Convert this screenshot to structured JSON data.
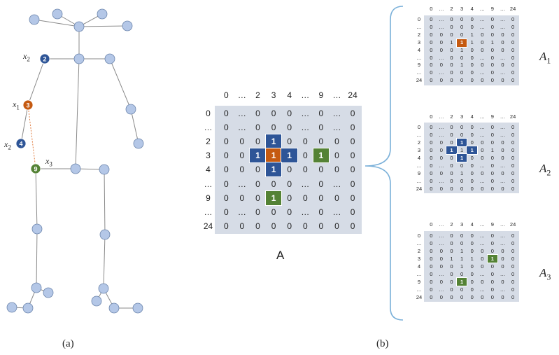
{
  "panel_labels": {
    "a": "(a)",
    "b": "(b)"
  },
  "matrix_labels": {
    "main": "A",
    "a1": "A",
    "a1_sub": "1",
    "a2": "A",
    "a2_sub": "2",
    "a3": "A",
    "a3_sub": "3"
  },
  "skeleton": {
    "joint_labels": {
      "x2_top": "x",
      "x2_top_sub": "2",
      "x1": "x",
      "x1_sub": "1",
      "x2_bottom": "x",
      "x2_bottom_sub": "2",
      "x3": "x",
      "x3_sub": "3"
    },
    "joint_numbers": {
      "j2": "2",
      "j3": "3",
      "j4": "4",
      "j9": "9"
    },
    "colors": {
      "plain": "#b4c7e7",
      "blue": "#2e5597",
      "orange": "#c55a11",
      "green": "#548235",
      "edge": "#8a8a8a",
      "dashed": "#e07a3c"
    }
  },
  "matrix": {
    "headers": [
      "0",
      "…",
      "2",
      "3",
      "4",
      "…",
      "9",
      "…",
      "24"
    ],
    "row_headers": [
      "0",
      "…",
      "2",
      "3",
      "4",
      "…",
      "9",
      "…",
      "24"
    ],
    "colors": {
      "background": "#d6dce6",
      "blue": "#2e5597",
      "orange": "#c55a11",
      "green": "#548235"
    },
    "A": {
      "rows": [
        [
          "0",
          "…",
          "0",
          "0",
          "0",
          "…",
          "0",
          "…",
          "0"
        ],
        [
          "0",
          "…",
          "0",
          "0",
          "0",
          "…",
          "0",
          "…",
          "0"
        ],
        [
          "0",
          "0",
          "0",
          "1",
          "0",
          "0",
          "0",
          "0",
          "0"
        ],
        [
          "0",
          "0",
          "1",
          "1",
          "1",
          "0",
          "1",
          "0",
          "0"
        ],
        [
          "0",
          "0",
          "0",
          "1",
          "0",
          "0",
          "0",
          "0",
          "0"
        ],
        [
          "0",
          "…",
          "0",
          "0",
          "0",
          "…",
          "0",
          "…",
          "0"
        ],
        [
          "0",
          "0",
          "0",
          "1",
          "0",
          "0",
          "0",
          "0",
          "0"
        ],
        [
          "0",
          "…",
          "0",
          "0",
          "0",
          "…",
          "0",
          "…",
          "0"
        ],
        [
          "0",
          "0",
          "0",
          "0",
          "0",
          "0",
          "0",
          "0",
          "0"
        ]
      ],
      "highlights": [
        [
          2,
          3,
          "blue"
        ],
        [
          3,
          2,
          "blue"
        ],
        [
          3,
          3,
          "orange"
        ],
        [
          3,
          4,
          "blue"
        ],
        [
          4,
          3,
          "blue"
        ],
        [
          3,
          6,
          "green"
        ],
        [
          6,
          3,
          "green"
        ]
      ]
    },
    "A1": {
      "rows": [
        [
          "0",
          "…",
          "0",
          "0",
          "0",
          "…",
          "0",
          "…",
          "0"
        ],
        [
          "0",
          "…",
          "0",
          "0",
          "0",
          "…",
          "0",
          "…",
          "0"
        ],
        [
          "0",
          "0",
          "0",
          "0",
          "1",
          "0",
          "0",
          "0",
          "0"
        ],
        [
          "0",
          "0",
          "1",
          "1",
          "1",
          "0",
          "1",
          "0",
          "0"
        ],
        [
          "0",
          "0",
          "0",
          "1",
          "0",
          "0",
          "0",
          "0",
          "0"
        ],
        [
          "0",
          "…",
          "0",
          "0",
          "0",
          "…",
          "0",
          "…",
          "0"
        ],
        [
          "0",
          "0",
          "0",
          "1",
          "0",
          "0",
          "0",
          "0",
          "0"
        ],
        [
          "0",
          "…",
          "0",
          "0",
          "0",
          "…",
          "0",
          "…",
          "0"
        ],
        [
          "0",
          "0",
          "0",
          "0",
          "0",
          "0",
          "0",
          "0",
          "0"
        ]
      ],
      "highlights": [
        [
          3,
          3,
          "orange"
        ]
      ]
    },
    "A2": {
      "rows": [
        [
          "0",
          "…",
          "0",
          "0",
          "0",
          "…",
          "0",
          "…",
          "0"
        ],
        [
          "0",
          "…",
          "0",
          "0",
          "0",
          "…",
          "0",
          "…",
          "0"
        ],
        [
          "0",
          "0",
          "0",
          "1",
          "0",
          "0",
          "0",
          "0",
          "0"
        ],
        [
          "0",
          "0",
          "1",
          "1",
          "1",
          "0",
          "1",
          "0",
          "0"
        ],
        [
          "0",
          "0",
          "0",
          "1",
          "0",
          "0",
          "0",
          "0",
          "0"
        ],
        [
          "0",
          "…",
          "0",
          "0",
          "0",
          "…",
          "0",
          "…",
          "0"
        ],
        [
          "0",
          "0",
          "0",
          "1",
          "0",
          "0",
          "0",
          "0",
          "0"
        ],
        [
          "0",
          "…",
          "0",
          "0",
          "0",
          "…",
          "0",
          "…",
          "0"
        ],
        [
          "0",
          "0",
          "0",
          "0",
          "0",
          "0",
          "0",
          "0",
          "0"
        ]
      ],
      "highlights": [
        [
          2,
          3,
          "blue"
        ],
        [
          3,
          2,
          "blue"
        ],
        [
          3,
          4,
          "blue"
        ],
        [
          4,
          3,
          "blue"
        ]
      ]
    },
    "A3": {
      "rows": [
        [
          "0",
          "…",
          "0",
          "0",
          "0",
          "…",
          "0",
          "…",
          "0"
        ],
        [
          "0",
          "…",
          "0",
          "0",
          "0",
          "…",
          "0",
          "…",
          "0"
        ],
        [
          "0",
          "0",
          "0",
          "1",
          "0",
          "0",
          "0",
          "0",
          "0"
        ],
        [
          "0",
          "0",
          "1",
          "1",
          "1",
          "0",
          "1",
          "0",
          "0"
        ],
        [
          "0",
          "0",
          "0",
          "1",
          "0",
          "0",
          "0",
          "0",
          "0"
        ],
        [
          "0",
          "…",
          "0",
          "0",
          "0",
          "…",
          "0",
          "…",
          "0"
        ],
        [
          "0",
          "0",
          "0",
          "1",
          "0",
          "0",
          "0",
          "0",
          "0"
        ],
        [
          "0",
          "…",
          "0",
          "0",
          "0",
          "…",
          "0",
          "…",
          "0"
        ],
        [
          "0",
          "0",
          "0",
          "0",
          "0",
          "0",
          "0",
          "0",
          "0"
        ]
      ],
      "highlights": [
        [
          3,
          6,
          "green"
        ],
        [
          6,
          3,
          "green"
        ]
      ]
    }
  }
}
